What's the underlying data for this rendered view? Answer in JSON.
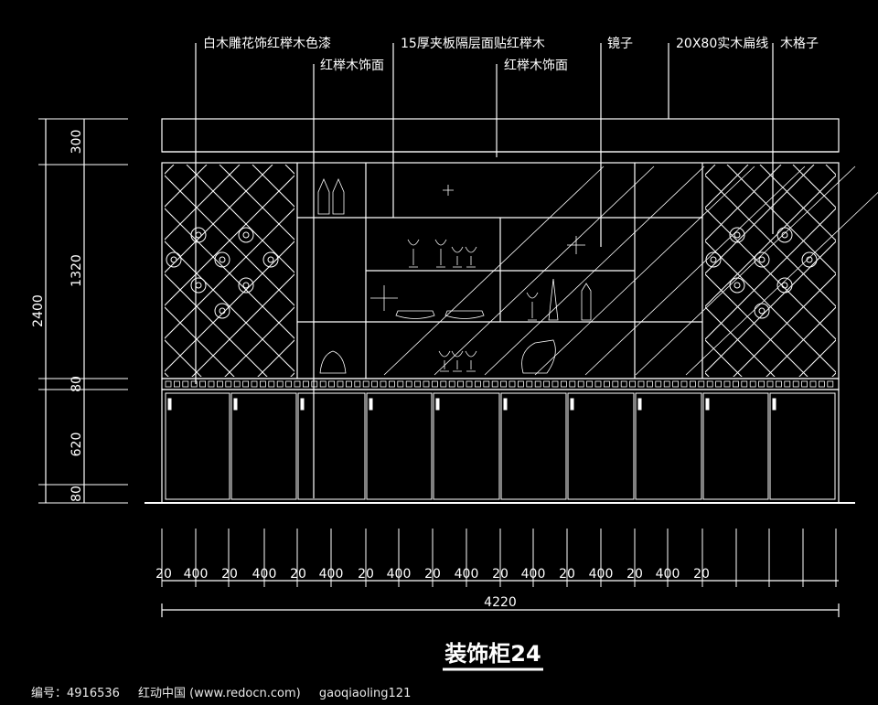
{
  "title": "装饰柜24",
  "callouts": [
    "白木雕花饰红榉木色漆",
    "红榉木饰面",
    "15厚夹板隔层面贴红榉木",
    "红榉木饰面",
    "镜子",
    "20X80实木扁线",
    "木格子"
  ],
  "vertical_dims": {
    "total": "2400",
    "segments": [
      "300",
      "1320",
      "80",
      "620",
      "80"
    ]
  },
  "horizontal_dims": {
    "segments": [
      "20",
      "400",
      "20",
      "400",
      "20",
      "400",
      "20",
      "400",
      "20",
      "400",
      "20",
      "400",
      "20",
      "400",
      "20",
      "400",
      "20"
    ],
    "total": "4220"
  },
  "footer": {
    "id_label": "编号：4916536",
    "site": "红动中国 (www.redocn.com)",
    "author": "gaoqiaoling121"
  },
  "colors": {
    "background": "#000000",
    "lines": "#ffffff"
  }
}
